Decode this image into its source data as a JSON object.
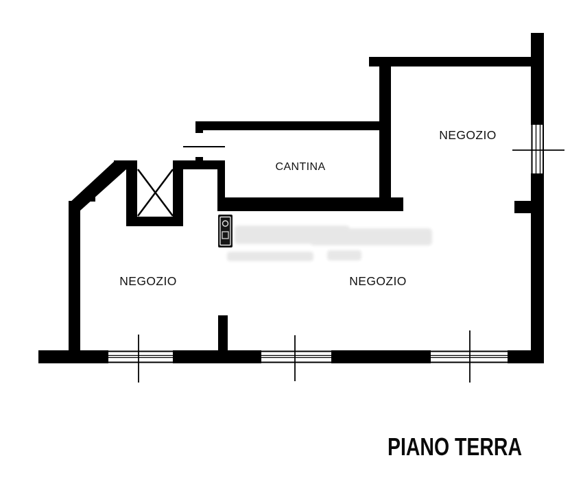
{
  "title": "PIANO TERRA",
  "rooms": {
    "negozio_top_right": {
      "label": "NEGOZIO"
    },
    "cantina": {
      "label": "CANTINA"
    },
    "negozio_left": {
      "label": "NEGOZIO"
    },
    "negozio_bottom_center": {
      "label": "NEGOZIO"
    }
  },
  "colors": {
    "background": "#ffffff",
    "wall": "#000000",
    "label_text": "#121212",
    "title_text": "#0a0a0a",
    "watermark_badge": "#161616",
    "watermark_text_tint": "#000000"
  },
  "icons": {
    "stair_cross": "stair-x-icon",
    "window_symbol": "window-lines-icon",
    "watermark": "watermark-logo-icon"
  }
}
